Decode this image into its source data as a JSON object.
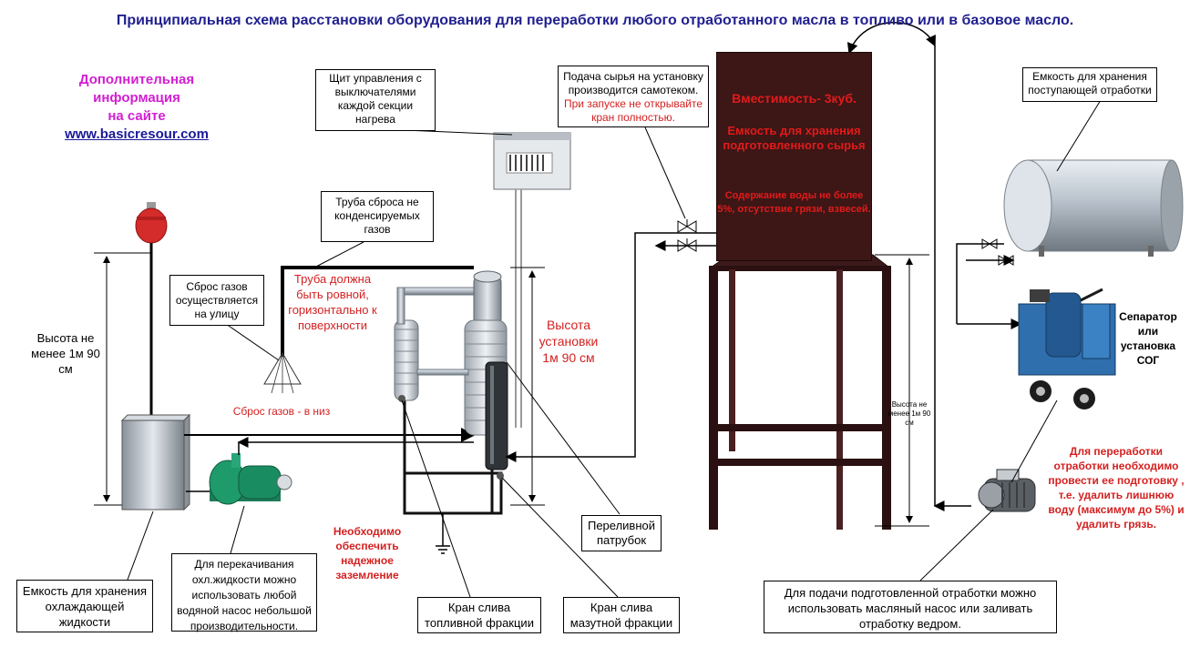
{
  "title": "Принципиальная схема расстановки оборудования для переработки любого отработанного масла в топливо или в базовое масло.",
  "info": {
    "line1": "Дополнительная",
    "line2": "информация",
    "line3": "на сайте",
    "link": "www.basicresour.com"
  },
  "labels": {
    "control_panel": "Щит управления с выключателями каждой секции нагрева",
    "vent_pipe": "Труба сброса не конденсируемых газов",
    "gas_outside": "Сброс газов осуществляется на улицу",
    "feed_black": "Подача сырья на установку производится самотеком.",
    "feed_red": "При запуске не открывайте кран полностью.",
    "storage_incoming": "Емкость для хранения поступающей отработки",
    "height_left": "Высота не менее 1м 90 см",
    "pipe_straight": "Труба должна быть ровной, горизонтально к поверхности",
    "unit_height": "Высота установки 1м 90 см",
    "gas_down": "Сброс газов - в низ",
    "grounding": "Необходимо обеспечить надежное заземление",
    "overflow": "Переливной патрубок",
    "cooling_tank": "Емкость для хранения охлаждающей жидкости",
    "pump_note": "Для перекачивания охл.жидкости можно использовать любой водяной насос небольшой производительности.",
    "fuel_drain": "Кран слива топливной фракции",
    "fuel_oil_drain": "Кран слива мазутной фракции",
    "feed_pump": "Для подачи подготовленной отработки можно использовать масляный насос или заливать отработку ведром.",
    "separator": "Сепаратор или установка СОГ",
    "prep_note": "Для переработки отработки необходимо провести ее подготовку , т.е. удалить лишнюю воду (максимум до 5%) и удалить грязь.",
    "tank_height": "Высота не менее 1м 90 см"
  },
  "tank": {
    "capacity": "Вместимость- 3куб.",
    "purpose": "Емкость для хранения подготовленного сырья",
    "condition": "Содержание воды не более 5%, отсутствие грязи, взвесей."
  },
  "colors": {
    "title": "#1f1f8f",
    "accent_red": "#d42121",
    "info_magenta": "#d21fd2",
    "tank_body": "#3d1616"
  }
}
